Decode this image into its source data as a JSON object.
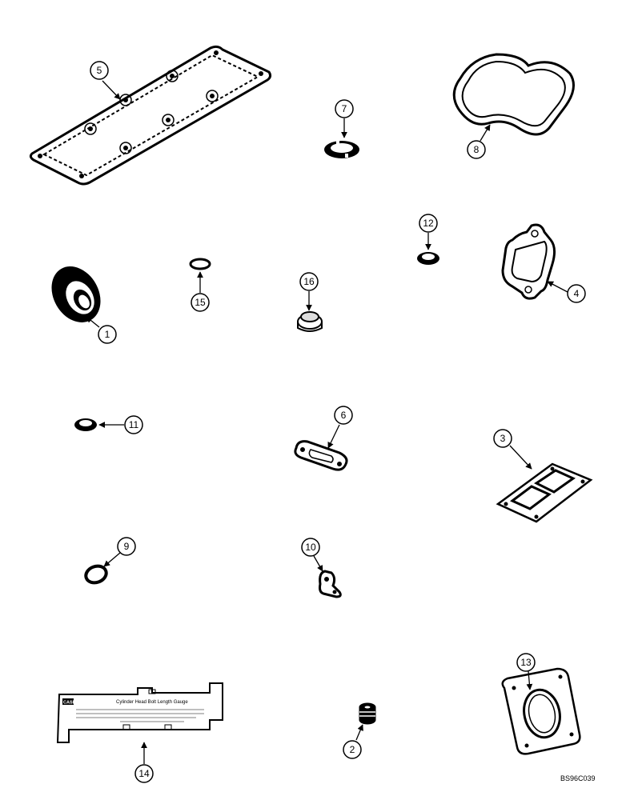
{
  "figure_code": "BS96C039",
  "callouts": {
    "c1": "1",
    "c2": "2",
    "c3": "3",
    "c4": "4",
    "c5": "5",
    "c6": "6",
    "c7": "7",
    "c8": "8",
    "c9": "9",
    "c10": "10",
    "c11": "11",
    "c12": "12",
    "c13": "13",
    "c14": "14",
    "c15": "15",
    "c16": "16"
  },
  "gauge_card": {
    "badge": "CASE",
    "title": "Cylinder Head Bolt Length Gauge"
  }
}
